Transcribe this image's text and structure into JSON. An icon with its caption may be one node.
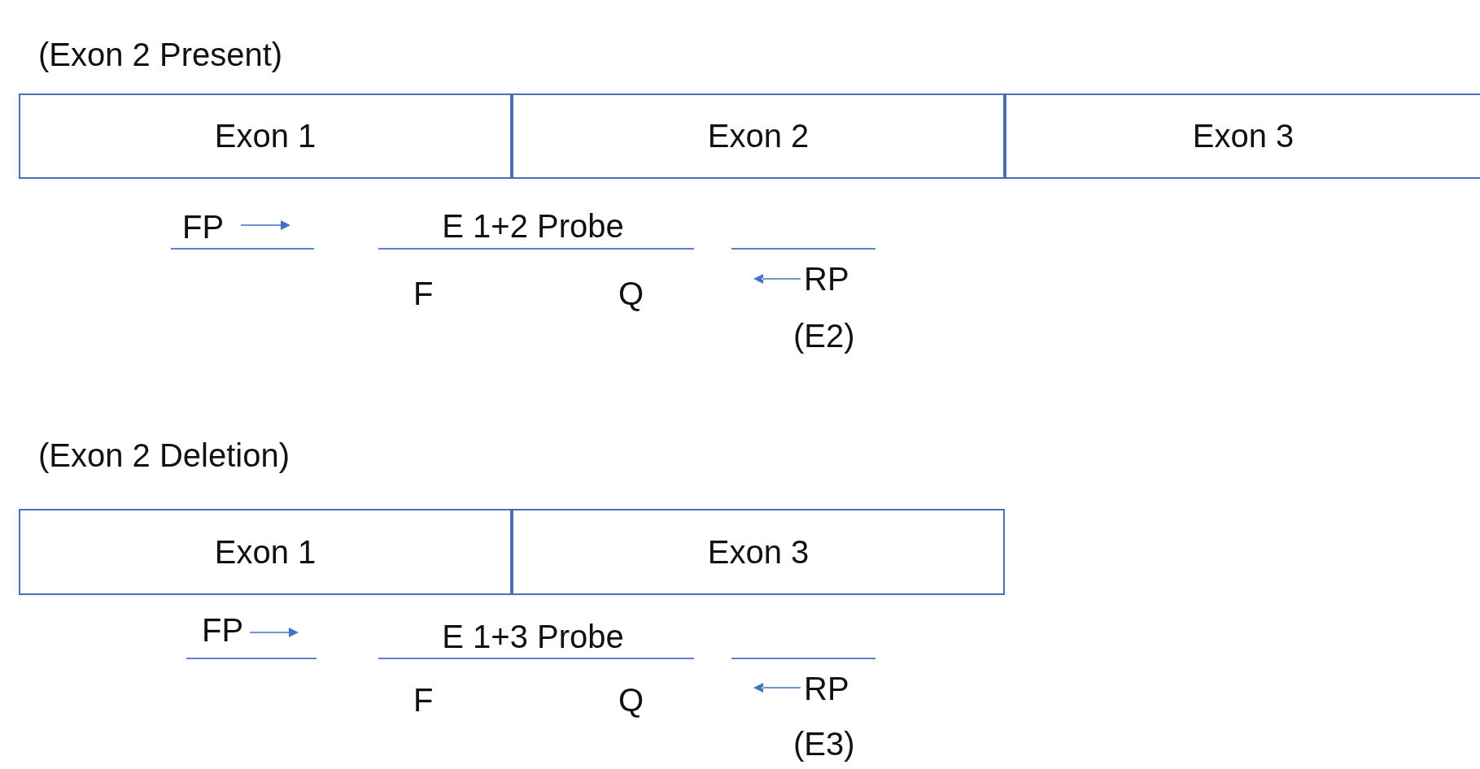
{
  "diagram": {
    "nodes": [
      {
        "text": [
          "Exon 1"
        ]
      },
      {
        "text": [
          "Exon 2"
        ]
      },
      {
        "text": [
          "Exon 3"
        ]
      },
      {
        "text": [
          "FP"
        ]
      },
      {
        "text": [
          "E 1+2 Probe",
          "F",
          "Q"
        ]
      },
      {
        "text": [
          "RP",
          "(E2)"
        ]
      },
      {
        "text": [
          "Exon 1"
        ]
      },
      {
        "text": [
          "Exon 3"
        ]
      },
      {
        "text": [
          "FP"
        ]
      },
      {
        "text": [
          "E 1+3 Probe",
          "F",
          "Q"
        ]
      },
      {
        "text": [
          "RP",
          "(E3)"
        ]
      }
    ],
    "labels": [
      "(Exon 2 Present)",
      "(Exon 2 Deletion)"
    ]
  }
}
